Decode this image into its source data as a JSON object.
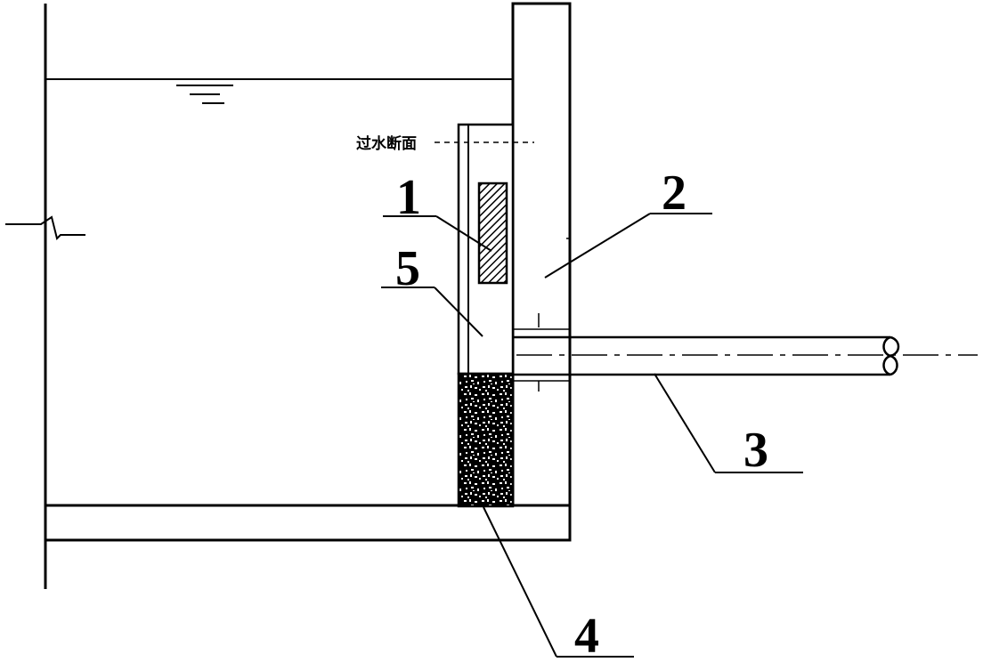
{
  "labels": {
    "section": "过水断面",
    "part1": "1",
    "part2": "2",
    "part3": "3",
    "part4": "4",
    "part5": "5"
  },
  "colors": {
    "line": "#000000",
    "background": "#ffffff"
  }
}
